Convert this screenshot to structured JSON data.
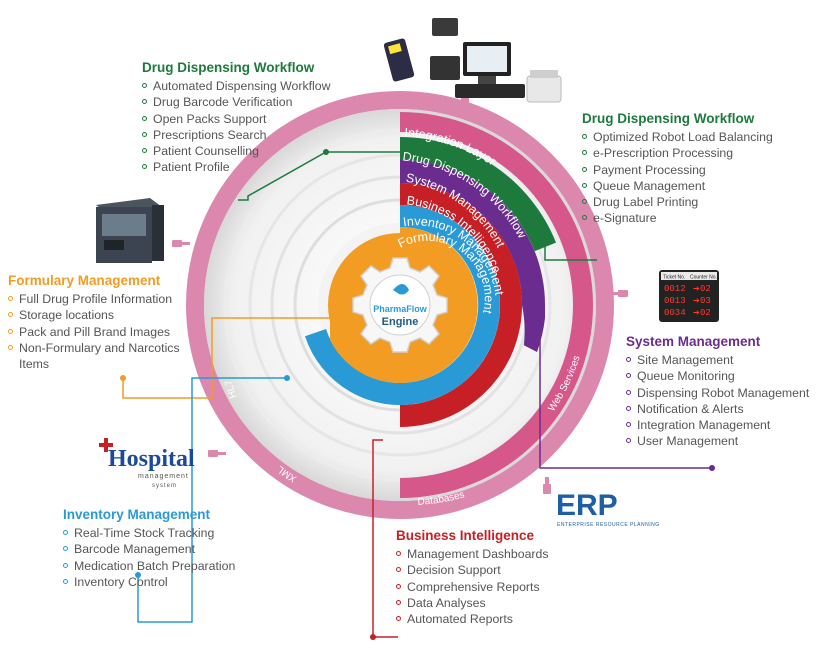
{
  "panels": {
    "dispensing_left": {
      "title": "Drug Dispensing Workflow",
      "items": [
        "Automated Dispensing Workflow",
        "Drug Barcode Verification",
        "Open Packs Support",
        "Prescriptions Search",
        "Patient Counselling",
        "Patient Profile"
      ]
    },
    "dispensing_right": {
      "title": "Drug Dispensing Workflow",
      "items": [
        "Optimized Robot Load Balancing",
        "e-Prescription Processing",
        "Payment Processing",
        "Queue Management",
        "Drug Label Printing",
        "e-Signature"
      ]
    },
    "formulary": {
      "title": "Formulary Management",
      "items": [
        "Full Drug Profile Information",
        "Storage locations",
        "Pack and Pill Brand Images",
        "Non-Formulary and Narcotics Items"
      ]
    },
    "system": {
      "title": "System Management",
      "items": [
        "Site Management",
        "Queue Monitoring",
        "Dispensing Robot Management",
        "Notification & Alerts",
        "Integration Management",
        "User Management"
      ]
    },
    "inventory": {
      "title": "Inventory Management",
      "items": [
        "Real-Time Stock Tracking",
        "Barcode Management",
        "Medication Batch Preparation",
        "Inventory Control"
      ]
    },
    "business": {
      "title": "Business Intelligence",
      "items": [
        "Management Dashboards",
        "Decision Support",
        "Comprehensive Reports",
        "Data Analyses",
        "Automated Reports"
      ]
    }
  },
  "rings": {
    "integration": "Integration Layer",
    "dispensing": "Drug Dispensing Workflow",
    "system": "System Management",
    "business": "Business Intelligence",
    "inventory": "Inventory Management",
    "formulary": "Formulary Management"
  },
  "outer_labels": {
    "hl7": "HL7",
    "xml": "XML",
    "databases": "Databases",
    "web_services": "Web Services"
  },
  "engine": {
    "brand": "PharmaFlow",
    "label": "Engine"
  },
  "hospital_logo": {
    "word": "Hospital",
    "line1": "management",
    "line2": "system"
  },
  "erp_logo": {
    "word": "ERP",
    "tagline": "ENTERPRISE RESOURCE PLANNING"
  },
  "ticket_display": {
    "headers": [
      "Ticket No.",
      "Counter No."
    ],
    "rows": [
      [
        "0012",
        "02"
      ],
      [
        "0013",
        "03"
      ],
      [
        "0034",
        "02"
      ]
    ]
  },
  "colors": {
    "integration": "#d6578a",
    "dispensing": "#1e7a3c",
    "system": "#6b2c8f",
    "business": "#c62026",
    "inventory": "#2a9ad6",
    "formulary": "#f39c24",
    "outer_band": "#dc87ae"
  }
}
